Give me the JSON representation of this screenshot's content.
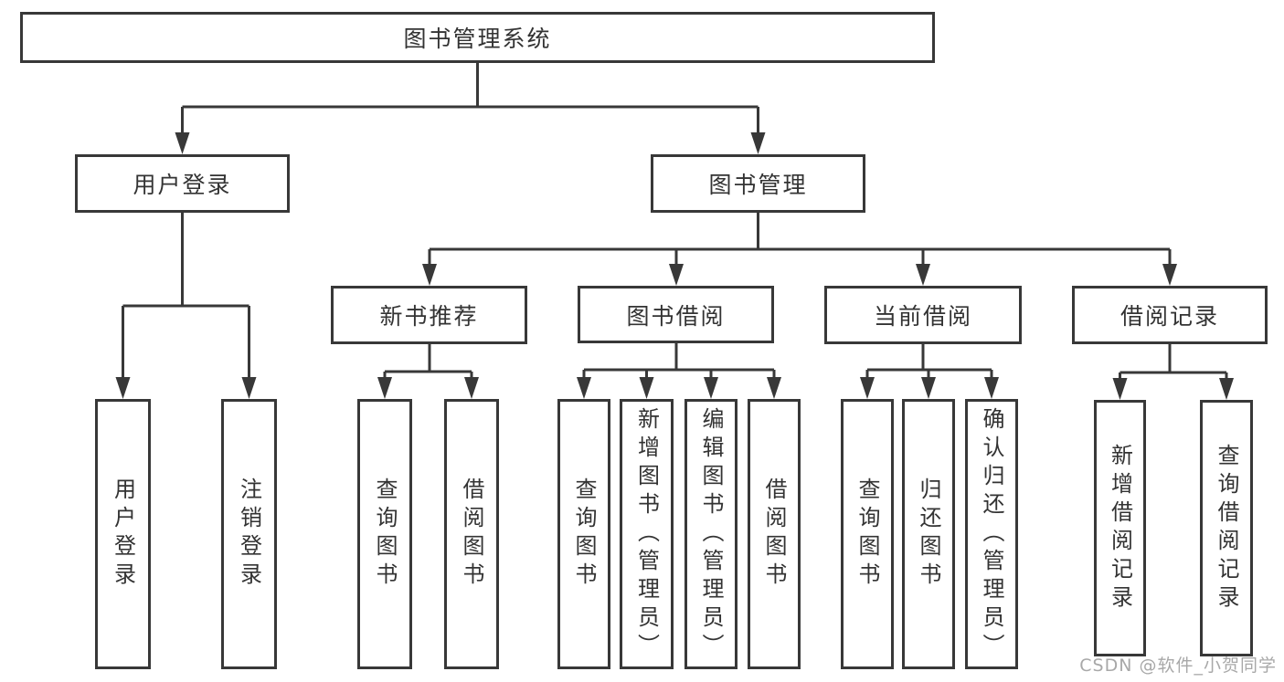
{
  "diagram": {
    "root": {
      "label": "图书管理系统"
    },
    "level2": {
      "user_login": {
        "label": "用户登录"
      },
      "book_management": {
        "label": "图书管理"
      }
    },
    "level3": {
      "new_book_recommend": {
        "label": "新书推荐"
      },
      "book_borrow": {
        "label": "图书借阅"
      },
      "current_borrow": {
        "label": "当前借阅"
      },
      "borrow_records": {
        "label": "借阅记录"
      }
    },
    "level4": {
      "user_login": {
        "label": "用户登录"
      },
      "logout": {
        "label": "注销登录"
      },
      "query_books_recommend": {
        "label": "查询图书"
      },
      "borrow_books_recommend": {
        "label": "借阅图书"
      },
      "query_books_borrow": {
        "label": "查询图书"
      },
      "add_books_admin": {
        "label": "新增图书（管理员）"
      },
      "edit_books_admin": {
        "label": "编辑图书（管理员）"
      },
      "borrow_books": {
        "label": "借阅图书"
      },
      "query_books_current": {
        "label": "查询图书"
      },
      "return_books": {
        "label": "归还图书"
      },
      "confirm_return_admin": {
        "label": "确认归还（管理员）"
      },
      "add_borrow_record": {
        "label": "新增借阅记录"
      },
      "query_borrow_record": {
        "label": "查询借阅记录"
      }
    }
  },
  "watermark": {
    "text": "CSDN @软件_小贺同学"
  },
  "colors": {
    "line": "#383838",
    "text": "#333333",
    "watermark": "#a8a8a8",
    "background": "#ffffff"
  }
}
